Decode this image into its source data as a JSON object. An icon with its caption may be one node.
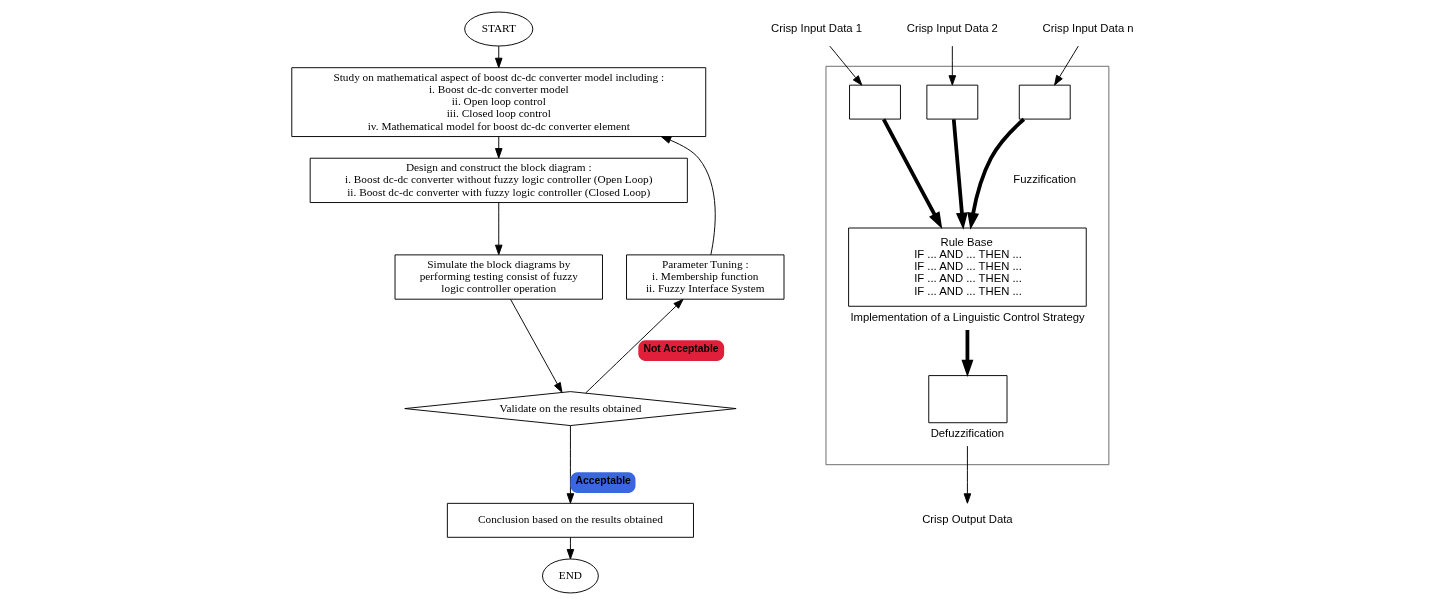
{
  "diagram": {
    "nodes": [
      {
        "text": [
          "START"
        ]
      },
      {
        "text": [
          "Study on mathematical aspect of boost dc-dc converter model including :",
          "i. Boost dc-dc converter model",
          "ii. Open loop control",
          "iii. Closed loop control",
          "iv. Mathematical model for boost dc-dc converter element"
        ]
      },
      {
        "text": [
          "Design and construct the block diagram :",
          "i. Boost dc-dc converter without fuzzy logic controller (Open Loop)",
          "ii. Boost dc-dc converter with fuzzy logic controller (Closed Loop)"
        ]
      },
      {
        "text": [
          "Simulate the block diagrams by performing testing consist of fuzzy logic controller operation"
        ]
      },
      {
        "text": [
          "Parameter Tuning :",
          "i. Membership function",
          "ii. Fuzzy Interface System"
        ]
      },
      {
        "text": [
          "Validate on the results obtained"
        ]
      },
      {
        "text": [
          "Conclusion based on the results obtained"
        ]
      },
      {
        "text": [
          "END"
        ]
      },
      {
        "text": [],
        "shape": "box"
      },
      {
        "text": [
          "Crisp Input Data 1"
        ]
      },
      {
        "text": [
          "Crisp Input Data 2"
        ]
      },
      {
        "text": [
          "Crisp Input Data n"
        ]
      },
      {
        "text": [],
        "shape": "box",
        "in": 8
      },
      {
        "text": [],
        "shape": "box",
        "in": 8
      },
      {
        "text": [],
        "shape": "box",
        "in": 8
      },
      {
        "text": [
          "Rule Base",
          "IF ... AND ... THEN ...",
          "IF ... AND ... THEN ...",
          "IF ... AND ... THEN ...",
          "IF ... AND ... THEN ..."
        ],
        "beside": [
          "Implementation of a Linguistic Control Strategy"
        ],
        "in": 8
      },
      {
        "text": [],
        "shape": "box",
        "beside": [
          "Defuzzification"
        ],
        "in": 8
      },
      {
        "text": [
          "Crisp Output Data"
        ]
      }
    ],
    "edges": [
      {
        "from": 0,
        "to": 1,
        "arrow": "to"
      },
      {
        "from": 1,
        "to": 2,
        "arrow": "to"
      },
      {
        "from": 2,
        "to": 3,
        "arrow": "to"
      },
      {
        "from": 3,
        "to": 5,
        "arrow": "to"
      },
      {
        "from": 5,
        "to": 4,
        "arrow": "to",
        "label": "Not Acceptable"
      },
      {
        "from": 4,
        "to": 1,
        "arrow": "to"
      },
      {
        "from": 5,
        "to": 6,
        "arrow": "to",
        "label": "Acceptable"
      },
      {
        "from": 6,
        "to": 7,
        "arrow": "to"
      },
      {
        "from": 9,
        "to": 12,
        "arrow": "to"
      },
      {
        "from": 10,
        "to": 13,
        "arrow": "to"
      },
      {
        "from": 11,
        "to": 14,
        "arrow": "to"
      },
      {
        "from": 12,
        "to": 15,
        "arrow": "to",
        "style": "thick"
      },
      {
        "from": 13,
        "to": 15,
        "arrow": "to",
        "style": "thick"
      },
      {
        "from": 14,
        "to": 15,
        "arrow": "to",
        "style": "thick"
      },
      {
        "from": 15,
        "to": 16,
        "arrow": "to",
        "style": "thick"
      },
      {
        "from": 16,
        "to": 17,
        "arrow": "to"
      }
    ],
    "labels": [
      "Fuzzification"
    ]
  }
}
